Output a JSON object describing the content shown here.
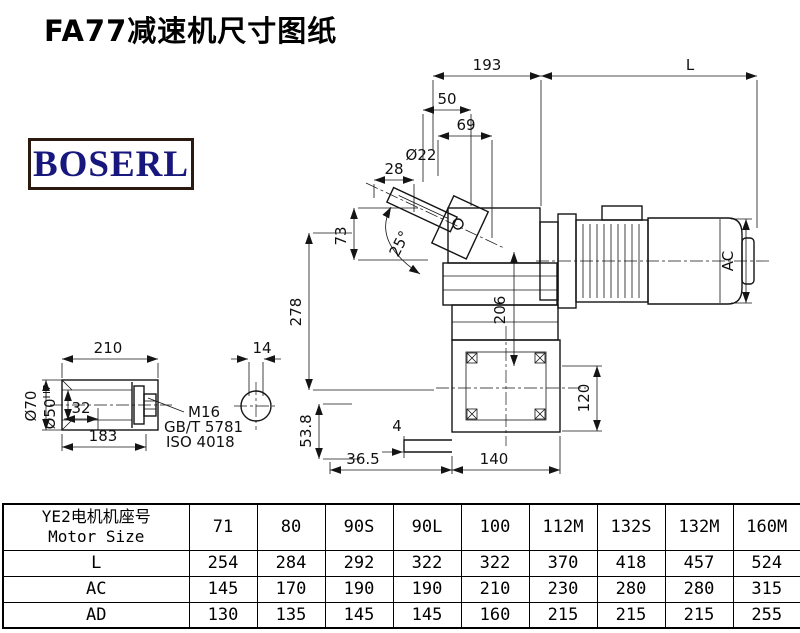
{
  "page": {
    "title": "FA77减速机尺寸图纸",
    "logo": "BOSERL"
  },
  "drawing": {
    "dims": {
      "top_width": "193",
      "motor_length": "L",
      "d50": "50",
      "d69": "69",
      "shaft_dia": "Ø22",
      "d28": "28",
      "d73": "73",
      "angle": "25°",
      "height": "278",
      "d206": "206",
      "motor_height": "AC",
      "d120": "120",
      "shaft_len": "210",
      "d14": "14",
      "d32": "32",
      "d183": "183",
      "outer_dia": "Ø70",
      "bore_dia": "Ø50",
      "bore_tol": "H7",
      "bolt": "M16",
      "bolt_std1": "GB/T 5781",
      "bolt_std2": "ISO 4018",
      "d4": "4",
      "d365": "36.5",
      "d140": "140",
      "d538": "53.8"
    }
  },
  "table": {
    "size_label_cn": "YE2电机机座号",
    "size_label_en": "Motor Size",
    "cols": [
      "71",
      "80",
      "90S",
      "90L",
      "100",
      "112M",
      "132S",
      "132M",
      "160M"
    ],
    "rows": [
      {
        "label": "L",
        "values": [
          "254",
          "284",
          "292",
          "322",
          "322",
          "370",
          "418",
          "457",
          "524"
        ]
      },
      {
        "label": "AC",
        "values": [
          "145",
          "170",
          "190",
          "190",
          "210",
          "230",
          "280",
          "280",
          "315"
        ]
      },
      {
        "label": "AD",
        "values": [
          "130",
          "135",
          "145",
          "145",
          "160",
          "215",
          "215",
          "215",
          "255"
        ]
      }
    ]
  }
}
